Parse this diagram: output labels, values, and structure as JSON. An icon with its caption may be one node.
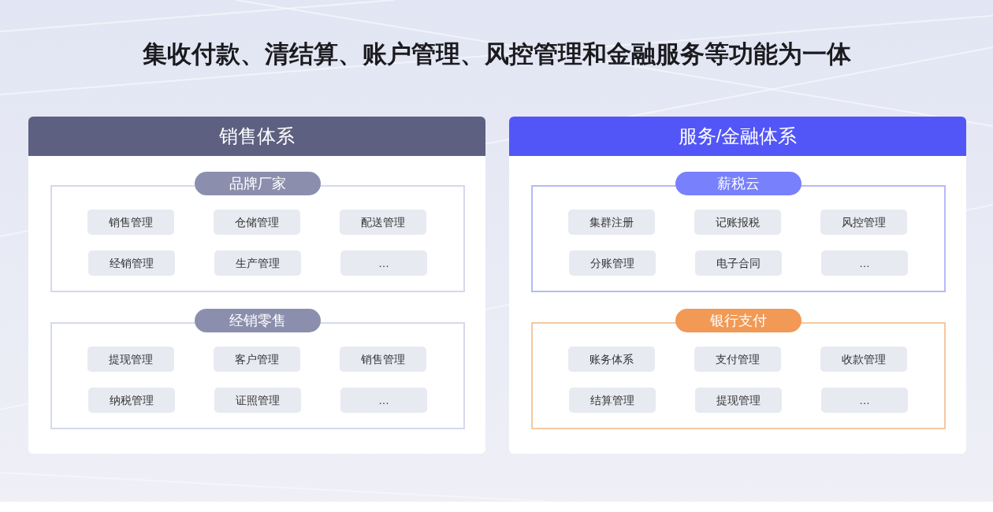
{
  "diagram": {
    "title": "集收付款、清结算、账户管理、风控管理和金融服务等功能为一体",
    "nodes": [
      {
        "text": [
          "销售体系"
        ]
      },
      {
        "text": [
          "品牌厂家"
        ],
        "in": 0
      },
      {
        "text": [
          "销售管理"
        ],
        "in": 1
      },
      {
        "text": [
          "仓储管理"
        ],
        "in": 1
      },
      {
        "text": [
          "配送管理"
        ],
        "in": 1
      },
      {
        "text": [
          "经销管理"
        ],
        "in": 1
      },
      {
        "text": [
          "生产管理"
        ],
        "in": 1
      },
      {
        "text": [
          "…"
        ],
        "in": 1
      },
      {
        "text": [
          "经销零售"
        ],
        "in": 0
      },
      {
        "text": [
          "提现管理"
        ],
        "in": 8
      },
      {
        "text": [
          "客户管理"
        ],
        "in": 8
      },
      {
        "text": [
          "销售管理"
        ],
        "in": 8
      },
      {
        "text": [
          "纳税管理"
        ],
        "in": 8
      },
      {
        "text": [
          "证照管理"
        ],
        "in": 8
      },
      {
        "text": [
          "…"
        ],
        "in": 8
      },
      {
        "text": [
          "服务/金融体系"
        ]
      },
      {
        "text": [
          "薪税云"
        ],
        "in": 15
      },
      {
        "text": [
          "集群注册"
        ],
        "in": 16
      },
      {
        "text": [
          "记账报税"
        ],
        "in": 16
      },
      {
        "text": [
          "风控管理"
        ],
        "in": 16
      },
      {
        "text": [
          "分账管理"
        ],
        "in": 16
      },
      {
        "text": [
          "电子合同"
        ],
        "in": 16
      },
      {
        "text": [
          "…"
        ],
        "in": 16
      },
      {
        "text": [
          "银行支付"
        ],
        "in": 15
      },
      {
        "text": [
          "账务体系"
        ],
        "in": 23
      },
      {
        "text": [
          "支付管理"
        ],
        "in": 23
      },
      {
        "text": [
          "收款管理"
        ],
        "in": 23
      },
      {
        "text": [
          "结算管理"
        ],
        "in": 23
      },
      {
        "text": [
          "提现管理"
        ],
        "in": 23
      },
      {
        "text": [
          "…"
        ],
        "in": 23
      }
    ]
  }
}
